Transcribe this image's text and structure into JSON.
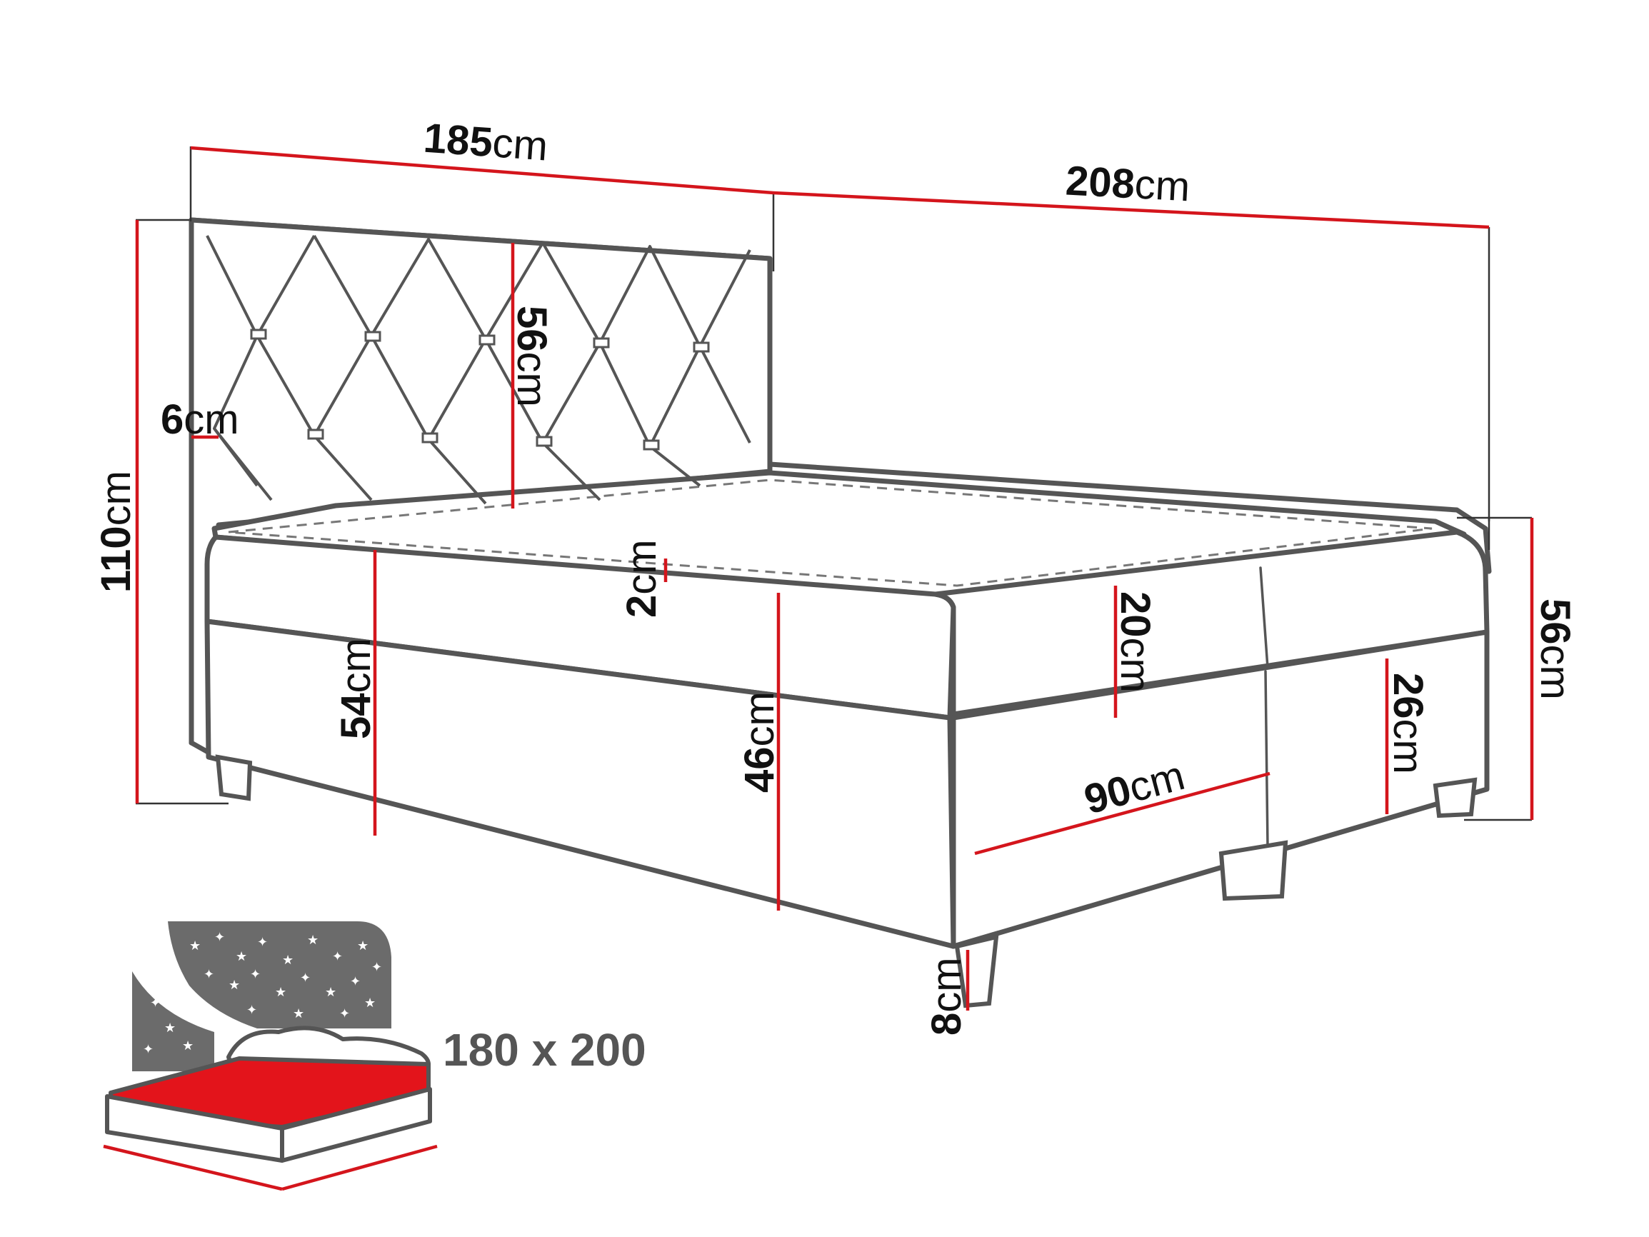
{
  "dimensions": {
    "width": {
      "value": "185",
      "unit": "cm"
    },
    "length": {
      "value": "208",
      "unit": "cm"
    },
    "total_height": {
      "value": "110",
      "unit": "cm"
    },
    "headboard_thickness": {
      "value": "6",
      "unit": "cm"
    },
    "headboard_panel_height": {
      "value": "56",
      "unit": "cm"
    },
    "topper_thickness": {
      "value": "2",
      "unit": "cm"
    },
    "mattress_height": {
      "value": "20",
      "unit": "cm"
    },
    "base_height_front": {
      "value": "54",
      "unit": "cm"
    },
    "base_height_side": {
      "value": "46",
      "unit": "cm"
    },
    "box_height": {
      "value": "26",
      "unit": "cm"
    },
    "bed_height_side": {
      "value": "56",
      "unit": "cm"
    },
    "half_width": {
      "value": "90",
      "unit": "cm"
    },
    "leg_height": {
      "value": "8",
      "unit": "cm"
    }
  },
  "sleeping_area": {
    "label": "180 x 200"
  },
  "colors": {
    "dimension_line": "#d4151c",
    "outline": "#555555",
    "mattress_fill": "#e3141b",
    "night_sky": "#6b6b6b"
  },
  "icons": [
    "bed-outline",
    "night-sky-icon",
    "mattress-icon",
    "pillow-icon",
    "star-icon"
  ]
}
